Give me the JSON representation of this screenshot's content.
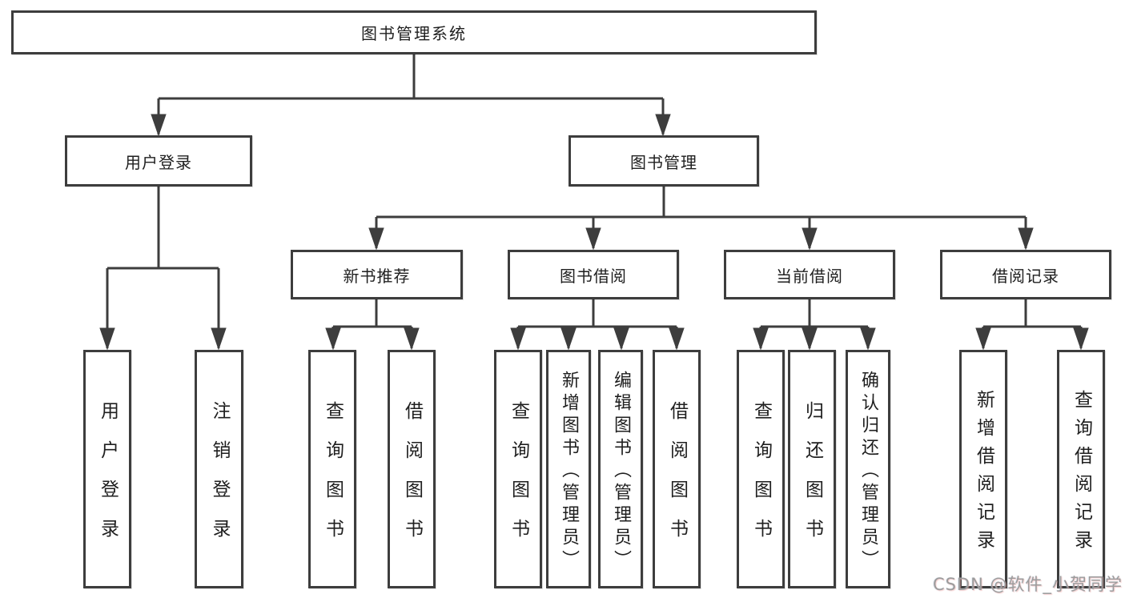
{
  "tree": {
    "root": {
      "label": "图书管理系统"
    },
    "level2": [
      {
        "label": "用户登录"
      },
      {
        "label": "图书管理"
      }
    ],
    "level3": [
      {
        "label": "新书推荐",
        "parent": "图书管理"
      },
      {
        "label": "图书借阅",
        "parent": "图书管理"
      },
      {
        "label": "当前借阅",
        "parent": "图书管理"
      },
      {
        "label": "借阅记录",
        "parent": "图书管理"
      }
    ],
    "leaves": [
      {
        "label": "用户登录",
        "parent": "用户登录"
      },
      {
        "label": "注销登录",
        "parent": "用户登录"
      },
      {
        "label": "查询图书",
        "parent": "新书推荐"
      },
      {
        "label": "借阅图书",
        "parent": "新书推荐"
      },
      {
        "label": "查询图书",
        "parent": "图书借阅"
      },
      {
        "label": "新增图书（管理员）",
        "parent": "图书借阅"
      },
      {
        "label": "编辑图书（管理员）",
        "parent": "图书借阅"
      },
      {
        "label": "借阅图书",
        "parent": "图书借阅"
      },
      {
        "label": "查询图书",
        "parent": "当前借阅"
      },
      {
        "label": "归还图书",
        "parent": "当前借阅"
      },
      {
        "label": "确认归还（管理员）",
        "parent": "当前借阅"
      },
      {
        "label": "新增借阅记录",
        "parent": "借阅记录"
      },
      {
        "label": "查询借阅记录",
        "parent": "借阅记录"
      }
    ]
  },
  "watermark": {
    "text": "CSDN @软件_小贺同学"
  },
  "colors": {
    "line": "#3d3d3d",
    "box_border": "#3d3d3d",
    "text": "#1f1f1f",
    "watermark": "#9c9c9c",
    "background": "#ffffff"
  }
}
